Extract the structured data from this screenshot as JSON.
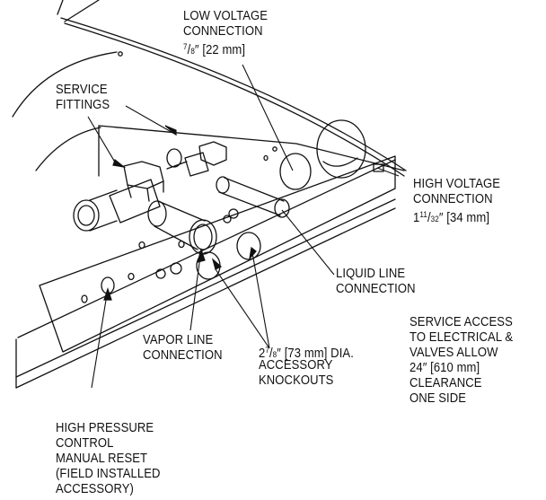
{
  "labels": {
    "low_voltage": {
      "line1": "LOW VOLTAGE",
      "line2": "CONNECTION",
      "size_num": "7",
      "size_den": "8",
      "size_rest": "″ [22 mm]"
    },
    "service_fittings": {
      "line1": "SERVICE",
      "line2": "FITTINGS"
    },
    "high_voltage": {
      "line1": "HIGH VOLTAGE",
      "line2": "CONNECTION",
      "size_whole": "1",
      "size_num": "11",
      "size_den": "32",
      "size_rest": "″ [34 mm]"
    },
    "liquid_line": {
      "line1": "LIQUID LINE",
      "line2": "CONNECTION"
    },
    "service_access": {
      "line1": "SERVICE ACCESS",
      "line2": "TO ELECTRICAL &",
      "line3": "VALVES ALLOW",
      "line4": "24″ [610 mm]",
      "line5": "CLEARANCE",
      "line6": "ONE SIDE"
    },
    "vapor_line": {
      "line1": "VAPOR LINE",
      "line2": "CONNECTION"
    },
    "knockouts": {
      "size_whole": "2",
      "size_num": "7",
      "size_den": "8",
      "size_rest": "″ [73 mm] DIA.",
      "line2": "ACCESSORY",
      "line3": "KNOCKOUTS"
    },
    "high_pressure": {
      "line1": "HIGH PRESSURE",
      "line2": "CONTROL",
      "line3": "MANUAL RESET",
      "line4": "(FIELD INSTALLED",
      "line5": "ACCESSORY)"
    }
  },
  "colors": {
    "line": "#111111",
    "background": "#ffffff"
  }
}
